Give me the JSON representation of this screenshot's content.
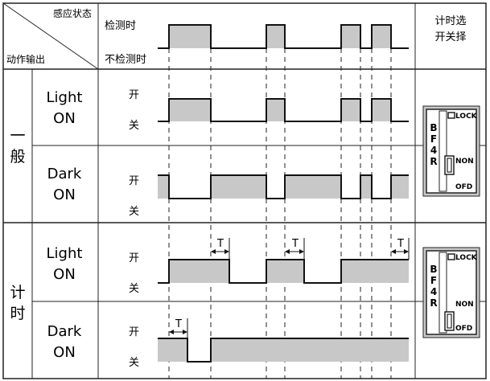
{
  "header": {
    "sensing_state": "感应状态",
    "action_output": "动作输出",
    "detect": "检测时",
    "no_detect": "不检测时",
    "timer_switch_line1": "计时选",
    "timer_switch_line2": "开关择"
  },
  "modes": [
    {
      "group_label": [
        "一",
        "般"
      ],
      "rows": [
        {
          "label": [
            "Light",
            "ON"
          ],
          "on": "开",
          "off": "关"
        },
        {
          "label": [
            "Dark",
            "ON"
          ],
          "on": "开",
          "off": "关"
        }
      ],
      "selector": {
        "model": [
          "B",
          "F",
          "4",
          "R"
        ],
        "lock": "LOCK",
        "non": "NON",
        "ofd": "OFD",
        "position": "NON"
      }
    },
    {
      "group_label": [
        "计",
        "时"
      ],
      "rows": [
        {
          "label": [
            "Light",
            "ON"
          ],
          "on": "开",
          "off": "关"
        },
        {
          "label": [
            "Dark",
            "ON"
          ],
          "on": "开",
          "off": "关"
        }
      ],
      "selector": {
        "model": [
          "B",
          "F",
          "4",
          "R"
        ],
        "lock": "LOCK",
        "non": "NON",
        "ofd": "OFD",
        "position": "OFD"
      }
    }
  ],
  "delay_label": "T",
  "colors": {
    "fill": "#c8c8c8",
    "line": "#111111",
    "grid": "#222222"
  }
}
